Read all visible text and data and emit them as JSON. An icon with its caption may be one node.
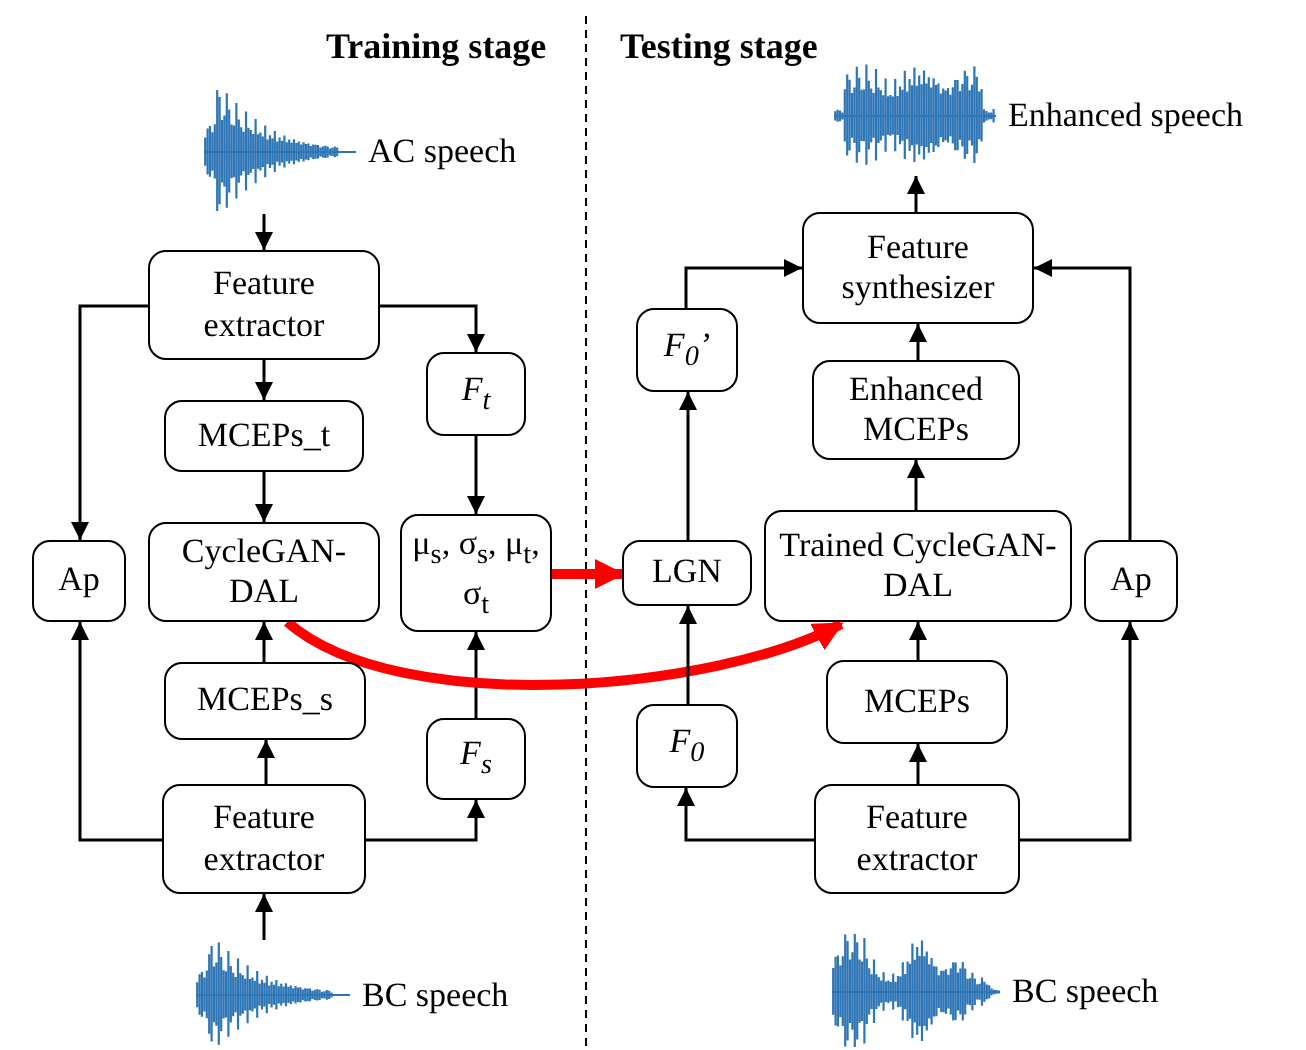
{
  "diagram": {
    "nodes": [
      {
        "text": [],
        "shape": "picture",
        "beside": [
          "AC speech"
        ]
      },
      {
        "text": [
          "Feature extractor"
        ]
      },
      {
        "text": [
          "MCEPs_t"
        ]
      },
      {
        "text": [
          "F$_{t}$"
        ]
      },
      {
        "text": [
          "Ap"
        ]
      },
      {
        "text": [
          "CycleGAN-DAL"
        ]
      },
      {
        "text": [
          "μ$_{s}$, σ$_{s}$, μ$_{t}$, σ$_{t}$"
        ]
      },
      {
        "text": [
          "MCEPs_s"
        ]
      },
      {
        "text": [
          "F$_{s}$"
        ]
      },
      {
        "text": [
          "Feature extractor"
        ]
      },
      {
        "text": [],
        "shape": "picture",
        "beside": [
          "BC speech"
        ]
      },
      {
        "text": [],
        "shape": "picture",
        "beside": [
          "Enhanced speech"
        ]
      },
      {
        "text": [
          "Feature synthesizer"
        ]
      },
      {
        "text": [
          "F$_{0}$’"
        ]
      },
      {
        "text": [
          "Enhanced MCEPs"
        ]
      },
      {
        "text": [
          "LGN"
        ]
      },
      {
        "text": [
          "Trained CycleGAN-DAL"
        ]
      },
      {
        "text": [
          "Ap"
        ]
      },
      {
        "text": [
          "MCEPs"
        ]
      },
      {
        "text": [
          "F$_{0}$"
        ]
      },
      {
        "text": [
          "Feature extractor"
        ]
      },
      {
        "text": [],
        "shape": "picture",
        "beside": [
          "BC speech"
        ]
      }
    ],
    "edges": [
      {
        "from": 0,
        "to": 1,
        "arrow": "to"
      },
      {
        "from": 1,
        "to": 2,
        "arrow": "to"
      },
      {
        "from": 1,
        "to": 3,
        "arrow": "to"
      },
      {
        "from": 1,
        "to": 4,
        "arrow": "to"
      },
      {
        "from": 2,
        "to": 5,
        "arrow": "to"
      },
      {
        "from": 3,
        "to": 6,
        "arrow": "to"
      },
      {
        "from": 7,
        "to": 5,
        "arrow": "to"
      },
      {
        "from": 9,
        "to": 7,
        "arrow": "to"
      },
      {
        "from": 9,
        "to": 4,
        "arrow": "to"
      },
      {
        "from": 9,
        "to": 8,
        "arrow": "to"
      },
      {
        "from": 8,
        "to": 6,
        "arrow": "to"
      },
      {
        "from": 10,
        "to": 9,
        "arrow": "to"
      },
      {
        "from": 6,
        "to": 15,
        "arrow": "to",
        "style": "thick",
        "color": "#ff0000"
      },
      {
        "from": 5,
        "to": 16,
        "arrow": "to",
        "style": "thick",
        "color": "#ff0000"
      },
      {
        "from": 20,
        "to": 18,
        "arrow": "to"
      },
      {
        "from": 18,
        "to": 16,
        "arrow": "to"
      },
      {
        "from": 16,
        "to": 14,
        "arrow": "to"
      },
      {
        "from": 14,
        "to": 12,
        "arrow": "to"
      },
      {
        "from": 12,
        "to": 11,
        "arrow": "to"
      },
      {
        "from": 20,
        "to": 19,
        "arrow": "to"
      },
      {
        "from": 19,
        "to": 15,
        "arrow": "to"
      },
      {
        "from": 15,
        "to": 13,
        "arrow": "to"
      },
      {
        "from": 13,
        "to": 12,
        "arrow": "to"
      },
      {
        "from": 20,
        "to": 17,
        "arrow": "to"
      },
      {
        "from": 17,
        "to": 12,
        "arrow": "to"
      }
    ],
    "labels": [
      "Training stage",
      "Testing stage"
    ]
  }
}
